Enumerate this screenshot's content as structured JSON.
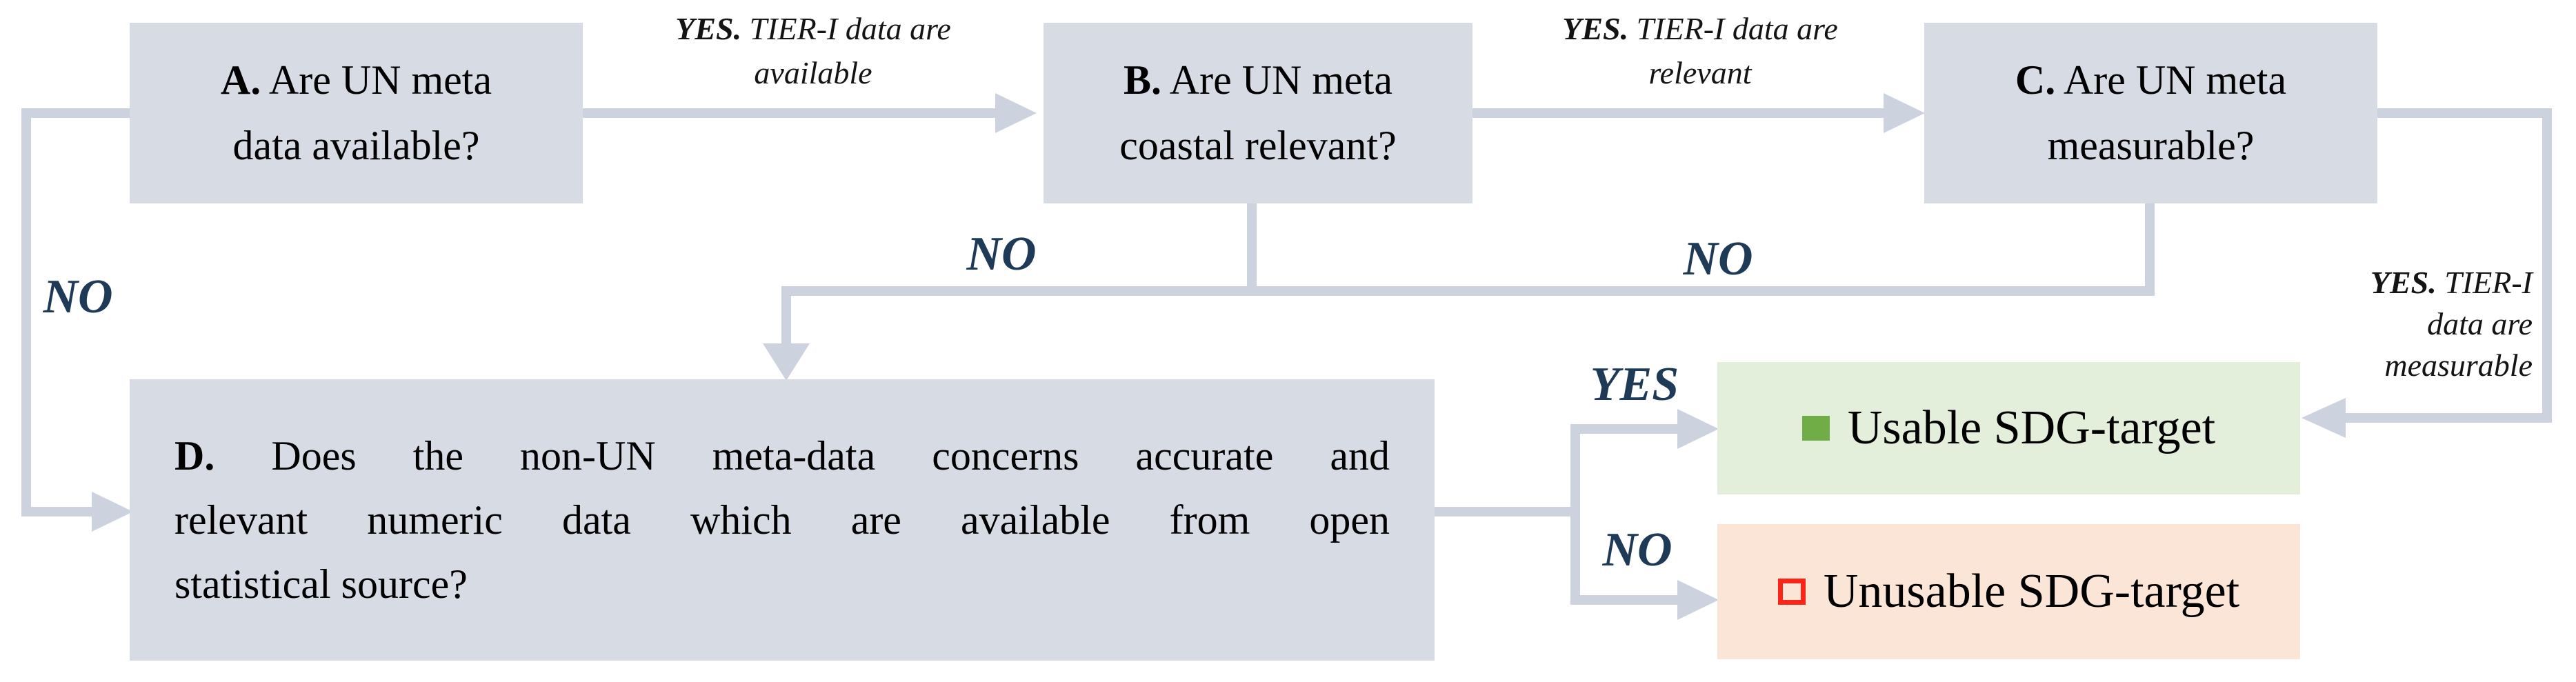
{
  "colors": {
    "box_fill": "#d6dbe4",
    "connector": "#ccd3de",
    "decision_text": "#1f3a57",
    "label_text": "#141414",
    "box_text": "#000000",
    "usable_fill": "#e3efda",
    "usable_bullet": "#70ad47",
    "unusable_fill": "#fbe5d6",
    "unusable_bullet": "#fb2418",
    "page_bg": "#ffffff"
  },
  "boxes": {
    "a": {
      "prefix": "A.",
      "line1_rest": " Are UN meta",
      "line2": "data available?"
    },
    "b": {
      "prefix": "B.",
      "line1_rest": " Are UN meta",
      "line2": "coastal relevant?"
    },
    "c": {
      "prefix": "C.",
      "line1_rest": " Are UN meta",
      "line2": "measurable?"
    },
    "d": {
      "prefix": "D.",
      "line1_rest": " Does the non-UN meta-data concerns accurate and",
      "line2": "relevant numeric data which are available from open",
      "line3": "statistical source?"
    }
  },
  "outcomes": {
    "usable": {
      "label": "Usable SDG-target",
      "bullet": "green-filled-square"
    },
    "unusable": {
      "label": "Unusable SDG-target",
      "bullet": "red-open-square"
    }
  },
  "edge_labels": {
    "a_yes": {
      "prefix": "YES.",
      "line1_rest": " TIER-I data are",
      "line2": "available"
    },
    "b_yes": {
      "prefix": "YES.",
      "line1_rest": " TIER-I data are",
      "line2": "relevant"
    },
    "c_yes": {
      "prefix": "YES.",
      "line1_rest": " TIER-I",
      "line2": "data are",
      "line3": "measurable"
    },
    "a_no": "NO",
    "b_no": "NO",
    "c_no": "NO",
    "d_yes": "YES",
    "d_no": "NO"
  }
}
